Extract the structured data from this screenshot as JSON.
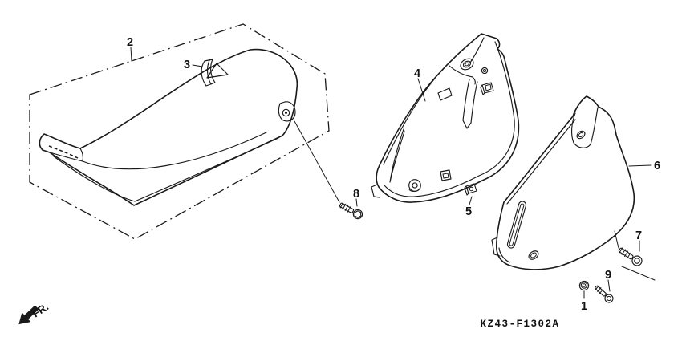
{
  "diagram": {
    "code": "KZ43-F1302A",
    "direction_label": "FR.",
    "line_color": "#1a1a1a",
    "background_color": "#ffffff",
    "callouts": [
      {
        "ref": "1"
      },
      {
        "ref": "2"
      },
      {
        "ref": "3"
      },
      {
        "ref": "4"
      },
      {
        "ref": "5"
      },
      {
        "ref": "6"
      },
      {
        "ref": "7"
      },
      {
        "ref": "8"
      },
      {
        "ref": "9"
      }
    ]
  }
}
